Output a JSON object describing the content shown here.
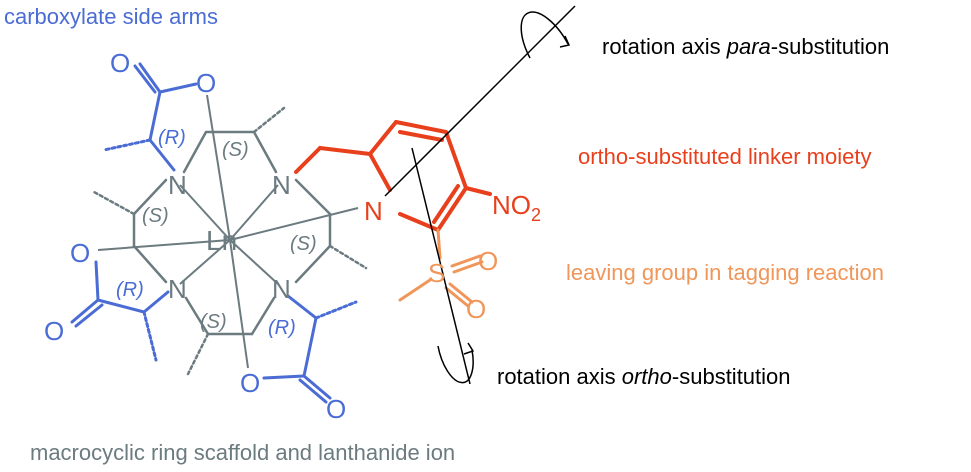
{
  "labels": {
    "carboxylate": "carboxylate side arms",
    "rotation_para_prefix": "rotation axis ",
    "rotation_para_emph": "para",
    "rotation_para_suffix": "-substitution",
    "ortho_linker": "ortho-substituted linker moiety",
    "leaving_group": "leaving group in tagging reaction",
    "rotation_ortho_prefix": "rotation axis ",
    "rotation_ortho_emph": "ortho",
    "rotation_ortho_suffix": "-substitution",
    "macrocycle": "macrocyclic ring scaffold and lanthanide ion"
  },
  "atoms": {
    "ln": "Ln",
    "n": "N",
    "o": "O",
    "s": "S",
    "no2_main": "NO",
    "no2_sub": "2",
    "r": "(R)",
    "s_stereo": "(S)"
  },
  "colors": {
    "blue": "#4a6cd4",
    "gray": "#6b7b80",
    "red": "#e8401c",
    "orange": "#f0965a",
    "black": "#000000"
  }
}
